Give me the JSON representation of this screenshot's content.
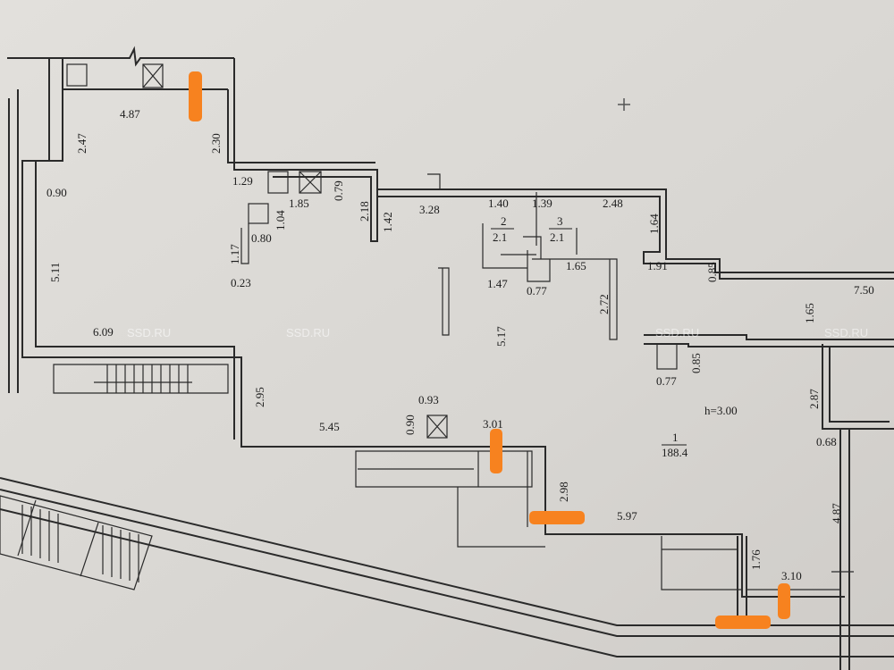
{
  "plan": {
    "room": {
      "number": "1",
      "area": "188.4",
      "ceiling_height": "h=3.00"
    },
    "wc_rooms": [
      {
        "number": "2",
        "area": "2.1"
      },
      {
        "number": "3",
        "area": "2.1"
      }
    ],
    "dimensions": [
      "4.87",
      "2.47",
      "2.30",
      "0.90",
      "5.11",
      "1.29",
      "1.85",
      "0.79",
      "1.04",
      "0.80",
      "1.17",
      "0.23",
      "2.18",
      "1.42",
      "3.28",
      "1.40",
      "1.39",
      "2.48",
      "1.64",
      "1.91",
      "0.85",
      "1.47",
      "0.77",
      "1.65",
      "2.72",
      "5.17",
      "7.50",
      "1.65",
      "6.09",
      "0.85",
      "0.77",
      "2.87",
      "0.68",
      "0.93",
      "0.90",
      "3.01",
      "2.95",
      "5.45",
      "2.98",
      "5.97",
      "4.87",
      "1.76",
      "3.10"
    ],
    "watermark": "SSD.RU",
    "marker_color": "#f7821f"
  }
}
